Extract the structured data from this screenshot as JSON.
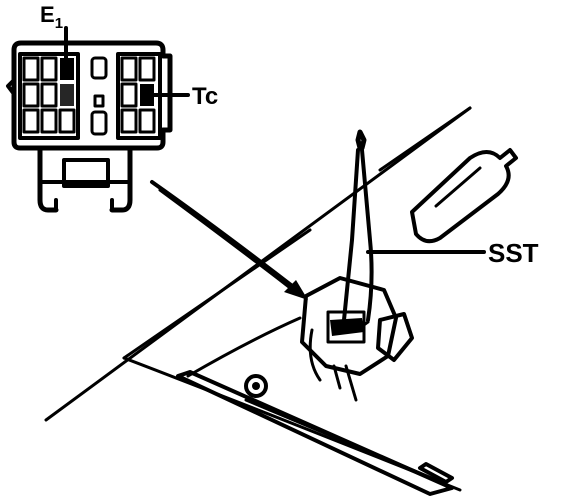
{
  "labels": {
    "e1_main": "E",
    "e1_sub": "1",
    "tc": "Tc",
    "sst": "SST"
  },
  "colors": {
    "ink": "#000000",
    "paper": "#ffffff"
  }
}
